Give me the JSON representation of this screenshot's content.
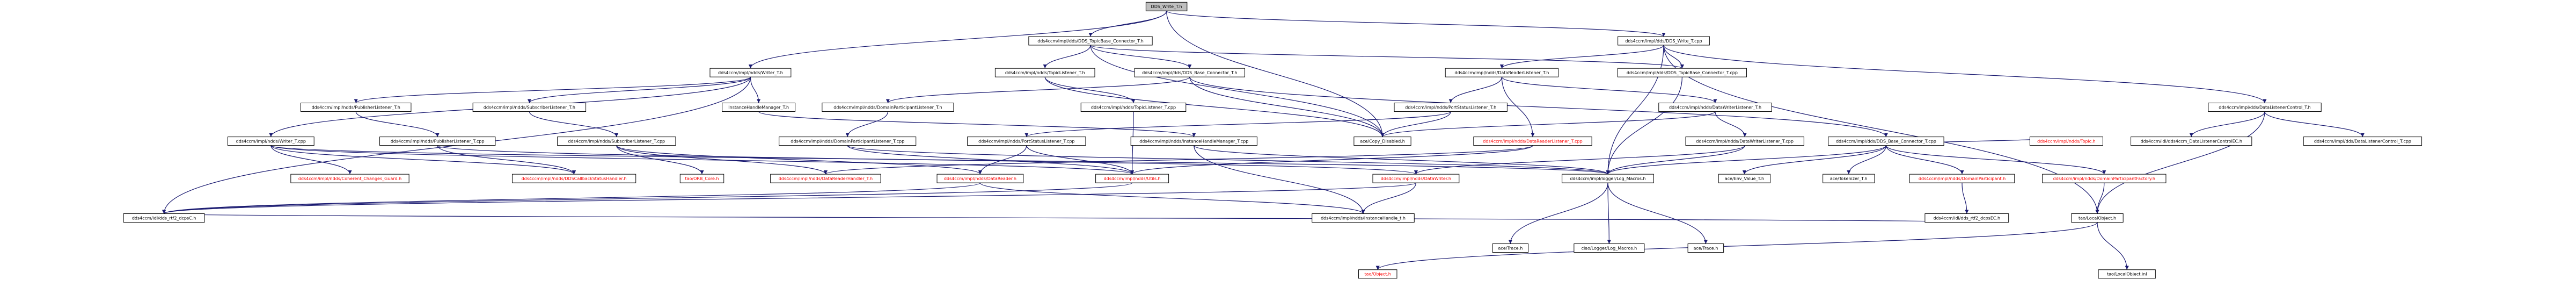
{
  "graph": {
    "root": "DDS_Write_T.h",
    "nodes": [
      {
        "id": "root",
        "label": "DDS_Write_T.h",
        "kind": "root"
      },
      {
        "id": "topicbase_connector",
        "label": "dds4ccm/impl/dds/DDS_TopicBase_Connector_T.h",
        "kind": "normal"
      },
      {
        "id": "dds_write_cpp",
        "label": "dds4ccm/impl/dds/DDS_Write_T.cpp",
        "kind": "normal"
      },
      {
        "id": "writer_h",
        "label": "dds4ccm/impl/ndds/Writer_T.h",
        "kind": "normal"
      },
      {
        "id": "topic_listener_h",
        "label": "dds4ccm/impl/ndds/TopicListener_T.h",
        "kind": "normal"
      },
      {
        "id": "base_connector_h",
        "label": "dds4ccm/impl/dds/DDS_Base_Connector_T.h",
        "kind": "normal"
      },
      {
        "id": "datareader_listener_h",
        "label": "dds4ccm/impl/ndds/DataReaderListener_T.h",
        "kind": "normal"
      },
      {
        "id": "topicbase_cpp",
        "label": "dds4ccm/impl/dds/DDS_TopicBase_Connector_T.cpp",
        "kind": "normal"
      },
      {
        "id": "publisher_listener_h",
        "label": "dds4ccm/impl/ndds/PublisherListener_T.h",
        "kind": "normal"
      },
      {
        "id": "subscriber_listener_h",
        "label": "dds4ccm/impl/ndds/SubscriberListener_T.h",
        "kind": "normal"
      },
      {
        "id": "instance_handle_manager_h",
        "label": "InstanceHandleManager_T.h",
        "kind": "normal"
      },
      {
        "id": "domain_participant_listener_h",
        "label": "dds4ccm/impl/ndds/DomainParticipantListener_T.h",
        "kind": "normal"
      },
      {
        "id": "topic_listener_cpp",
        "label": "dds4ccm/impl/ndds/TopicListener_T.cpp",
        "kind": "normal"
      },
      {
        "id": "port_status_listener_h",
        "label": "dds4ccm/impl/ndds/PortStatusListener_T.h",
        "kind": "normal"
      },
      {
        "id": "datawriter_listener_h",
        "label": "dds4ccm/impl/ndds/DataWriterListener_T.h",
        "kind": "normal"
      },
      {
        "id": "datalistener_control_h",
        "label": "dds4ccm/impl/dds/DataListenerControl_T.h",
        "kind": "normal"
      },
      {
        "id": "writer_cpp",
        "label": "dds4ccm/impl/ndds/Writer_T.cpp",
        "kind": "normal"
      },
      {
        "id": "publisher_listener_cpp",
        "label": "dds4ccm/impl/ndds/PublisherListener_T.cpp",
        "kind": "normal"
      },
      {
        "id": "subscriber_listener_cpp",
        "label": "dds4ccm/impl/ndds/SubscriberListener_T.cpp",
        "kind": "normal"
      },
      {
        "id": "domain_participant_listener_cpp",
        "label": "dds4ccm/impl/ndds/DomainParticipantListener_T.cpp",
        "kind": "normal"
      },
      {
        "id": "port_status_listener_cpp",
        "label": "dds4ccm/impl/ndds/PortStatusListener_T.cpp",
        "kind": "normal"
      },
      {
        "id": "instance_handle_manager_cpp",
        "label": "dds4ccm/impl/ndds/InstanceHandleManager_T.cpp",
        "kind": "normal"
      },
      {
        "id": "ace_copy_disabled",
        "label": "ace/Copy_Disabled.h",
        "kind": "normal"
      },
      {
        "id": "datareader_listener_cpp",
        "label": "dds4ccm/impl/ndds/DataReaderListener_T.cpp",
        "kind": "missing"
      },
      {
        "id": "datawriter_listener_cpp",
        "label": "dds4ccm/impl/ndds/DataWriterListener_T.cpp",
        "kind": "normal"
      },
      {
        "id": "base_connector_cpp",
        "label": "dds4ccm/impl/dds/DDS_Base_Connector_T.cpp",
        "kind": "normal"
      },
      {
        "id": "topic_h",
        "label": "dds4ccm/impl/ndds/Topic.h",
        "kind": "missing"
      },
      {
        "id": "ccm_datalistener_control",
        "label": "dds4ccm/idl/dds4ccm_DataListenerControlEC.h",
        "kind": "normal"
      },
      {
        "id": "datalistener_control_cpp",
        "label": "dds4ccm/impl/dds/DataListenerControl_T.cpp",
        "kind": "normal"
      },
      {
        "id": "coherent_changes_guard",
        "label": "dds4ccm/impl/ndds/Coherent_Changes_Guard.h",
        "kind": "missing"
      },
      {
        "id": "dds_callback_status_handler",
        "label": "dds4ccm/impl/ndds/DDSCallbackStatusHandler.h",
        "kind": "missing"
      },
      {
        "id": "tao_orb_core",
        "label": "tao/ORB_Core.h",
        "kind": "missing"
      },
      {
        "id": "datareader_handler",
        "label": "dds4ccm/impl/ndds/DataReaderHandler_T.h",
        "kind": "missing"
      },
      {
        "id": "datareader_h",
        "label": "dds4ccm/impl/ndds/DataReader.h",
        "kind": "missing"
      },
      {
        "id": "utils_h",
        "label": "dds4ccm/impl/ndds/Utils.h",
        "kind": "missing"
      },
      {
        "id": "datawriter_h",
        "label": "dds4ccm/impl/ndds/DataWriter.h",
        "kind": "missing"
      },
      {
        "id": "log_macros_h",
        "label": "dds4ccm/impl/logger/Log_Macros.h",
        "kind": "normal"
      },
      {
        "id": "ace_env_value",
        "label": "ace/Env_Value_T.h",
        "kind": "normal"
      },
      {
        "id": "ace_tokenizer",
        "label": "ace/Tokenizer_T.h",
        "kind": "normal"
      },
      {
        "id": "domain_participant_h",
        "label": "dds4ccm/impl/ndds/DomainParticipant.h",
        "kind": "missing"
      },
      {
        "id": "domain_participant_factory_h",
        "label": "dds4ccm/impl/ndds/DomainParticipantFactory.h",
        "kind": "missing"
      },
      {
        "id": "dds_rtf2_dcps",
        "label": "dds4ccm/idl/dds_rtf2_dcpsC.h",
        "kind": "normal"
      },
      {
        "id": "instance_handle_t",
        "label": "dds4ccm/impl/ndds/InstanceHandle_t.h",
        "kind": "normal"
      },
      {
        "id": "dds_rtf2_dcps_ec",
        "label": "dds4ccm/idl/dds_rtf2_dcpsEC.h",
        "kind": "normal"
      },
      {
        "id": "tao_local_object_h",
        "label": "tao/LocalObject.h",
        "kind": "normal"
      },
      {
        "id": "ace_trace_a",
        "label": "ace/Trace.h",
        "kind": "normal"
      },
      {
        "id": "ciao_logger_macros",
        "label": "ciao/Logger/Log_Macros.h",
        "kind": "normal"
      },
      {
        "id": "ace_trace_b",
        "label": "ace/Trace.h",
        "kind": "normal"
      },
      {
        "id": "tao_object_h",
        "label": "tao/Object.h",
        "kind": "missing"
      },
      {
        "id": "tao_local_object_inl",
        "label": "tao/LocalObject.inl",
        "kind": "normal"
      }
    ],
    "edges": [
      [
        "root",
        "topicbase_connector"
      ],
      [
        "root",
        "dds_write_cpp"
      ],
      [
        "root",
        "writer_h"
      ],
      [
        "root",
        "ace_copy_disabled"
      ],
      [
        "topicbase_connector",
        "topic_listener_h"
      ],
      [
        "topicbase_connector",
        "base_connector_h"
      ],
      [
        "topicbase_connector",
        "topicbase_cpp"
      ],
      [
        "topicbase_connector",
        "ace_copy_disabled"
      ],
      [
        "dds_write_cpp",
        "datareader_listener_h"
      ],
      [
        "dds_write_cpp",
        "topicbase_cpp"
      ],
      [
        "dds_write_cpp",
        "datalistener_control_h"
      ],
      [
        "dds_write_cpp",
        "log_macros_h"
      ],
      [
        "dds_write_cpp",
        "tao_local_object_h"
      ],
      [
        "writer_h",
        "publisher_listener_h"
      ],
      [
        "writer_h",
        "subscriber_listener_h"
      ],
      [
        "writer_h",
        "instance_handle_manager_h"
      ],
      [
        "writer_h",
        "writer_cpp"
      ],
      [
        "writer_h",
        "dds_rtf2_dcps"
      ],
      [
        "topic_listener_h",
        "topic_listener_cpp"
      ],
      [
        "topic_listener_h",
        "ace_copy_disabled"
      ],
      [
        "base_connector_h",
        "domain_participant_listener_h"
      ],
      [
        "base_connector_h",
        "base_connector_cpp"
      ],
      [
        "base_connector_h",
        "ace_copy_disabled"
      ],
      [
        "datareader_listener_h",
        "port_status_listener_h"
      ],
      [
        "datareader_listener_h",
        "datareader_listener_cpp"
      ],
      [
        "datareader_listener_h",
        "datawriter_listener_h"
      ],
      [
        "topicbase_cpp",
        "log_macros_h"
      ],
      [
        "publisher_listener_h",
        "publisher_listener_cpp"
      ],
      [
        "subscriber_listener_h",
        "subscriber_listener_cpp"
      ],
      [
        "instance_handle_manager_h",
        "instance_handle_manager_cpp"
      ],
      [
        "domain_participant_listener_h",
        "domain_participant_listener_cpp"
      ],
      [
        "topic_listener_cpp",
        "utils_h"
      ],
      [
        "port_status_listener_h",
        "port_status_listener_cpp"
      ],
      [
        "port_status_listener_h",
        "ace_copy_disabled"
      ],
      [
        "datawriter_listener_h",
        "datawriter_listener_cpp"
      ],
      [
        "datawriter_listener_h",
        "ace_copy_disabled"
      ],
      [
        "datalistener_control_h",
        "ccm_datalistener_control"
      ],
      [
        "datalistener_control_h",
        "datalistener_control_cpp"
      ],
      [
        "datalistener_control_h",
        "tao_local_object_h"
      ],
      [
        "writer_cpp",
        "coherent_changes_guard"
      ],
      [
        "writer_cpp",
        "dds_callback_status_handler"
      ],
      [
        "writer_cpp",
        "utils_h"
      ],
      [
        "writer_cpp",
        "log_macros_h"
      ],
      [
        "publisher_listener_cpp",
        "dds_callback_status_handler"
      ],
      [
        "publisher_listener_cpp",
        "datawriter_h"
      ],
      [
        "subscriber_listener_cpp",
        "datareader_handler"
      ],
      [
        "subscriber_listener_cpp",
        "datareader_h"
      ],
      [
        "subscriber_listener_cpp",
        "tao_orb_core"
      ],
      [
        "domain_participant_listener_cpp",
        "utils_h"
      ],
      [
        "domain_participant_listener_cpp",
        "log_macros_h"
      ],
      [
        "port_status_listener_cpp",
        "datareader_h"
      ],
      [
        "port_status_listener_cpp",
        "utils_h"
      ],
      [
        "instance_handle_manager_cpp",
        "instance_handle_t"
      ],
      [
        "instance_handle_manager_cpp",
        "log_macros_h"
      ],
      [
        "datareader_listener_cpp",
        "datareader_handler"
      ],
      [
        "datareader_listener_cpp",
        "utils_h"
      ],
      [
        "datawriter_listener_cpp",
        "datawriter_h"
      ],
      [
        "datawriter_listener_cpp",
        "log_macros_h"
      ],
      [
        "base_connector_cpp",
        "topic_h"
      ],
      [
        "base_connector_cpp",
        "domain_participant_h"
      ],
      [
        "base_connector_cpp",
        "domain_participant_factory_h"
      ],
      [
        "base_connector_cpp",
        "ace_env_value"
      ],
      [
        "base_connector_cpp",
        "ace_tokenizer"
      ],
      [
        "base_connector_cpp",
        "log_macros_h"
      ],
      [
        "datareader_h",
        "dds_rtf2_dcps"
      ],
      [
        "datareader_h",
        "instance_handle_t"
      ],
      [
        "utils_h",
        "dds_rtf2_dcps"
      ],
      [
        "datawriter_h",
        "dds_rtf2_dcps"
      ],
      [
        "datawriter_h",
        "instance_handle_t"
      ],
      [
        "log_macros_h",
        "ace_trace_a"
      ],
      [
        "log_macros_h",
        "ciao_logger_macros"
      ],
      [
        "log_macros_h",
        "ace_trace_b"
      ],
      [
        "domain_participant_h",
        "dds_rtf2_dcps_ec"
      ],
      [
        "domain_participant_factory_h",
        "tao_local_object_h"
      ],
      [
        "tao_local_object_h",
        "tao_object_h"
      ],
      [
        "tao_local_object_h",
        "tao_local_object_inl"
      ],
      [
        "dds_rtf2_dcps_ec",
        "dds_rtf2_dcps"
      ]
    ]
  }
}
